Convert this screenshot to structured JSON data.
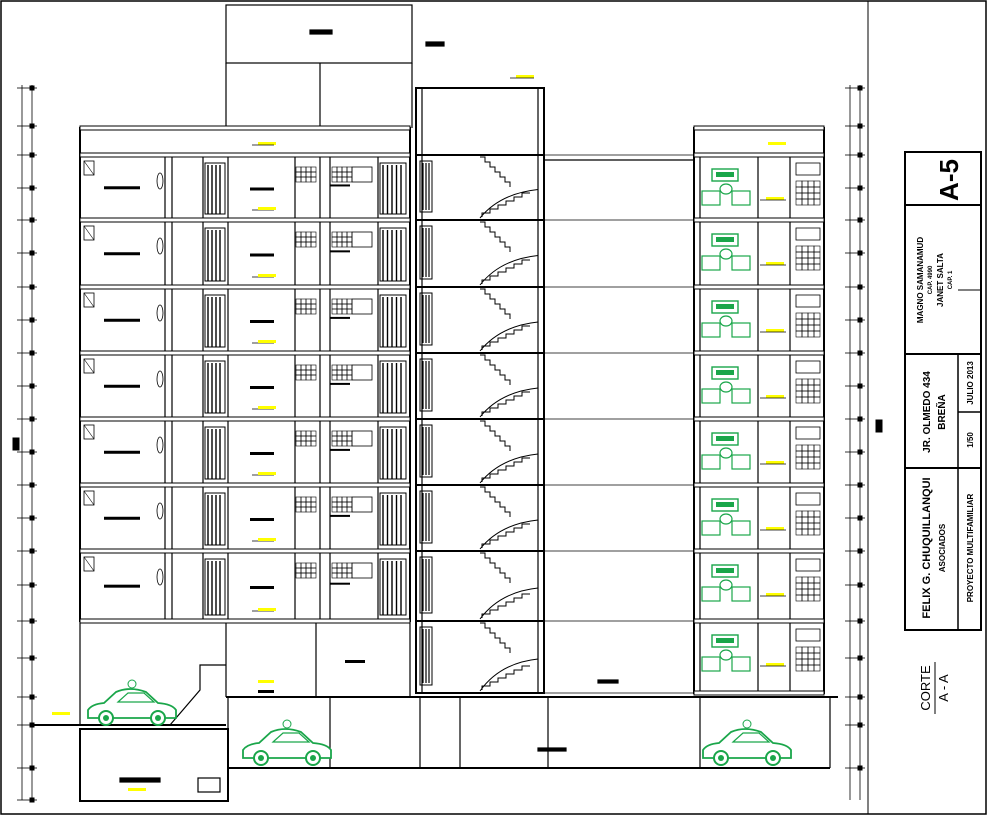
{
  "drawing": {
    "type": "architectural-section",
    "sheet_number": "A-5",
    "section_title_line1": "CORTE",
    "section_title_line2": "A - A"
  },
  "title_block": {
    "designer_name": "MAGNO SAMANAMUD",
    "designer_reg": "CAP. 4990",
    "owner_name": "JANET SALTA",
    "owner_role": "CAP. 1",
    "address_line1": "JR. OLMEDO 434",
    "address_line2": "BREÑA",
    "date": "JULIO 2013",
    "scale": "1/50",
    "firm_line1": "FELIX G. CHUQUILLANQUI",
    "firm_line2": "ASOCIADOS",
    "project_name": "PROYECTO MULTIFAMILIAR"
  },
  "colors": {
    "line": "#000000",
    "label_marker": "#ffff00",
    "furniture_green": "#1aa64a",
    "accent_red": "#e0342a"
  },
  "icons": [
    "car-icon",
    "level-marker-icon",
    "elevation-tick-icon"
  ]
}
